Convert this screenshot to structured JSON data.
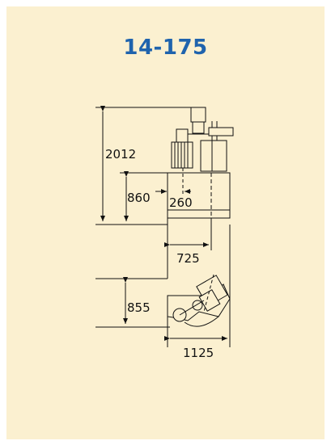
{
  "title": "14-175",
  "dimensions": {
    "height_total": "2012",
    "height_body": "860",
    "offset_center": "260",
    "width_front": "725",
    "depth_top": "855",
    "width_top": "1125"
  },
  "colors": {
    "background": "#fbf0d0",
    "title": "#1f63ad",
    "line": "#111111"
  }
}
